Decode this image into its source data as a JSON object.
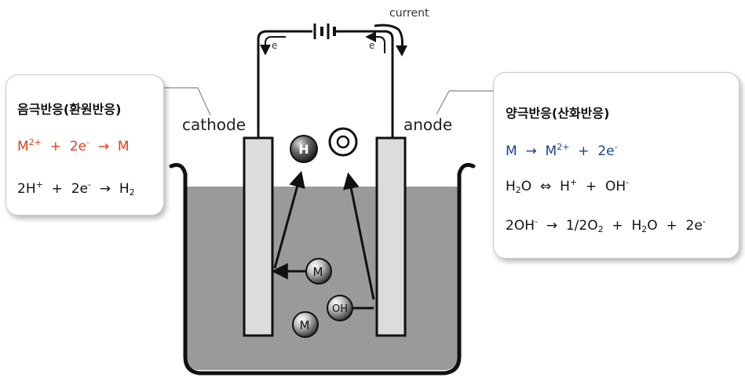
{
  "diagram": {
    "current_label": "current",
    "electron_label": "e",
    "cathode_label": "cathode",
    "anode_label": "anode",
    "ion_h": "H",
    "ion_m": "M",
    "ion_oh": "OH"
  },
  "cathode_panel": {
    "title": "음극반응(환원반응)",
    "reaction1": {
      "a": "M",
      "a_sup": "2+",
      "plus": "+",
      "b": "2e",
      "b_sup": "-",
      "arrow": "→",
      "c": "M",
      "color": "#e0401a"
    },
    "reaction2": {
      "a": "2H",
      "a_sup": "+",
      "plus": "+",
      "b": "2e",
      "b_sup": "-",
      "arrow": "→",
      "c": "H",
      "c_sub": "2"
    }
  },
  "anode_panel": {
    "title": "양극반응(산화반응)",
    "reaction1": {
      "a": "M",
      "arrow": "→",
      "b": "M",
      "b_sup": "2+",
      "plus": "+",
      "c": "2e",
      "c_sup": "-",
      "color": "#1c3f94"
    },
    "reaction2": {
      "a": "H",
      "a_sub": "2",
      "a2": "O",
      "arrow": "⇔",
      "b": "H",
      "b_sup": "+",
      "plus": "+",
      "c": "OH",
      "c_sup": "-"
    },
    "reaction3": {
      "a": "2OH",
      "a_sup": "-",
      "arrow": "→",
      "b": "1/2O",
      "b_sub": "2",
      "plus1": "+",
      "c": "H",
      "c_sub": "2",
      "c2": "O",
      "plus2": "+",
      "d": "2e",
      "d_sup": "-"
    }
  }
}
